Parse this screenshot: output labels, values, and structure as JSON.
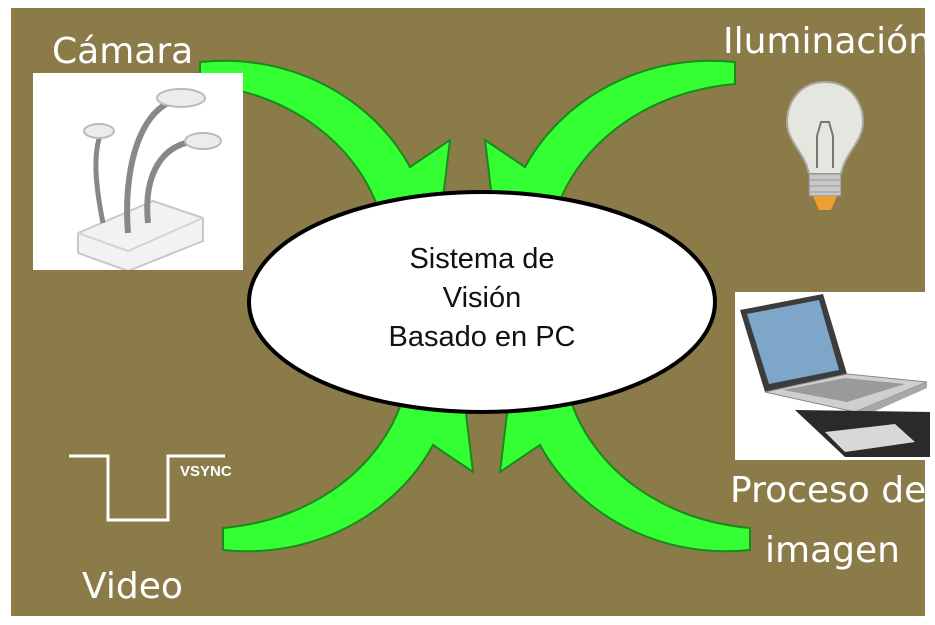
{
  "labels": {
    "camera": "Cámara",
    "lighting": "Iluminación",
    "video": "Video",
    "processing_line1": "Proceso de",
    "processing_line2": "imagen"
  },
  "center": {
    "line1": "Sistema de",
    "line2": "Visión",
    "line3": "Basado en PC"
  },
  "vsync": "VSYNC",
  "colors": {
    "background": "#8a7b49",
    "arrow": "#33ff33",
    "arrow_edge": "#1a8a1a",
    "ellipse": "#ffffff",
    "text_light": "#ffffff"
  },
  "icons": {
    "camera": "document-camera-icon",
    "lighting": "light-bulb-icon",
    "processing": "laptop-icon",
    "video": "vsync-signal-icon"
  }
}
